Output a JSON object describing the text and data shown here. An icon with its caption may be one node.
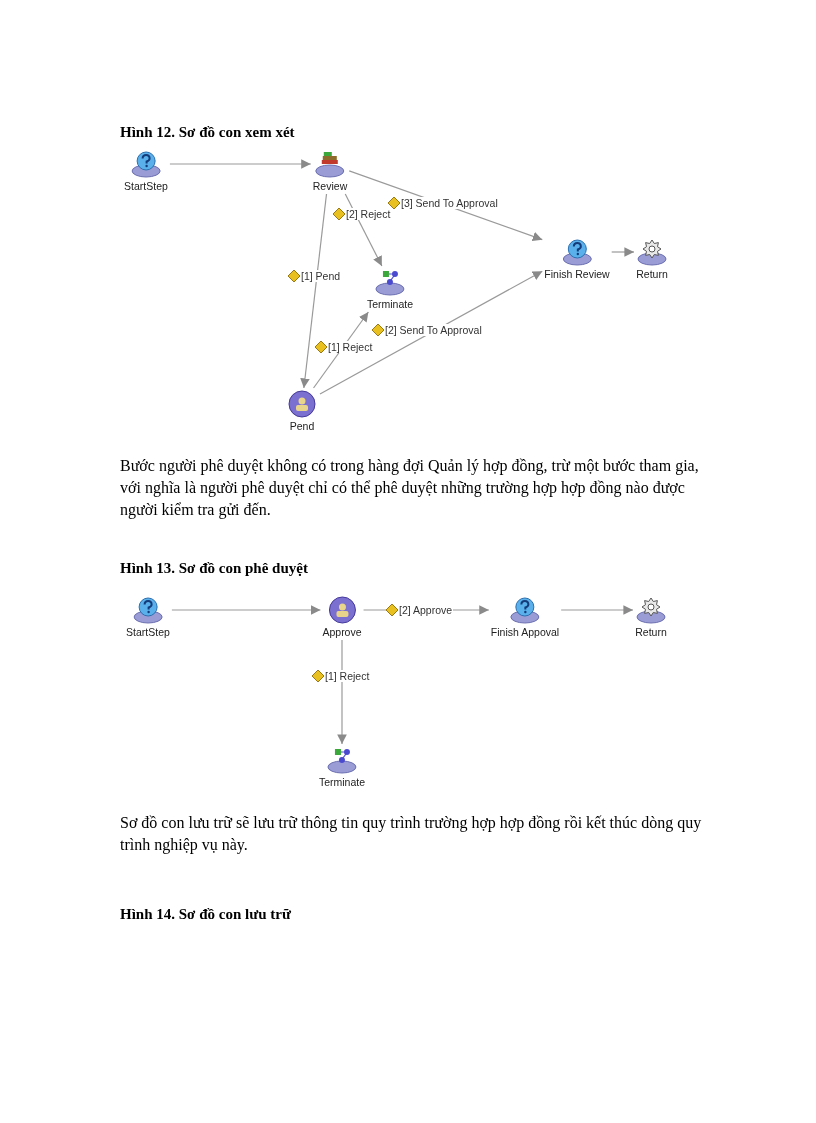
{
  "diagram": {
    "nodes": [
      {
        "text": [
          "StartStep"
        ]
      },
      {
        "text": [
          "Review"
        ]
      },
      {
        "text": [
          "Terminate"
        ]
      },
      {
        "text": [
          "Finish Review"
        ]
      },
      {
        "text": [
          "Return"
        ]
      },
      {
        "text": [
          "Pend"
        ]
      },
      {
        "text": [
          "StartStep"
        ]
      },
      {
        "text": [
          "Approve"
        ]
      },
      {
        "text": [
          "Finish Appoval"
        ]
      },
      {
        "text": [
          "Return"
        ]
      },
      {
        "text": [
          "Terminate"
        ]
      }
    ],
    "edges": [
      {
        "from": 0,
        "to": 1,
        "arrow": "to"
      },
      {
        "from": 1,
        "to": 5,
        "arrow": "to",
        "label": "[1] Pend"
      },
      {
        "from": 1,
        "to": 2,
        "arrow": "to",
        "label": "[2] Reject"
      },
      {
        "from": 1,
        "to": 3,
        "arrow": "to",
        "label": "[3] Send To Approval"
      },
      {
        "from": 5,
        "to": 2,
        "arrow": "to",
        "label": "[1] Reject"
      },
      {
        "from": 5,
        "to": 3,
        "arrow": "to",
        "label": "[2] Send To Approval"
      },
      {
        "from": 3,
        "to": 4,
        "arrow": "to"
      },
      {
        "from": 6,
        "to": 7,
        "arrow": "to"
      },
      {
        "from": 7,
        "to": 8,
        "arrow": "to",
        "label": "[2] Approve"
      },
      {
        "from": 8,
        "to": 9,
        "arrow": "to"
      },
      {
        "from": 7,
        "to": 10,
        "arrow": "to",
        "label": "[1] Reject"
      }
    ],
    "labels": [
      "Hình 12. Sơ đồ con xem xét",
      "Bước người phê duyệt không có trong hàng đợi Quản lý hợp đồng, trừ một bước tham gia, với nghĩa là người phê duyệt chỉ có thể phê duyệt những trường hợp hợp đồng nào được người kiểm tra gửi đến.",
      "Hình 13. Sơ đồ con phê duyệt",
      "Sơ đồ con lưu trữ sẽ lưu trữ thông tin quy trình trường hợp hợp đồng rồi kết thúc dòng quy trình nghiệp vụ này.",
      "Hình 14. Sơ đồ con lưu trữ"
    ]
  }
}
